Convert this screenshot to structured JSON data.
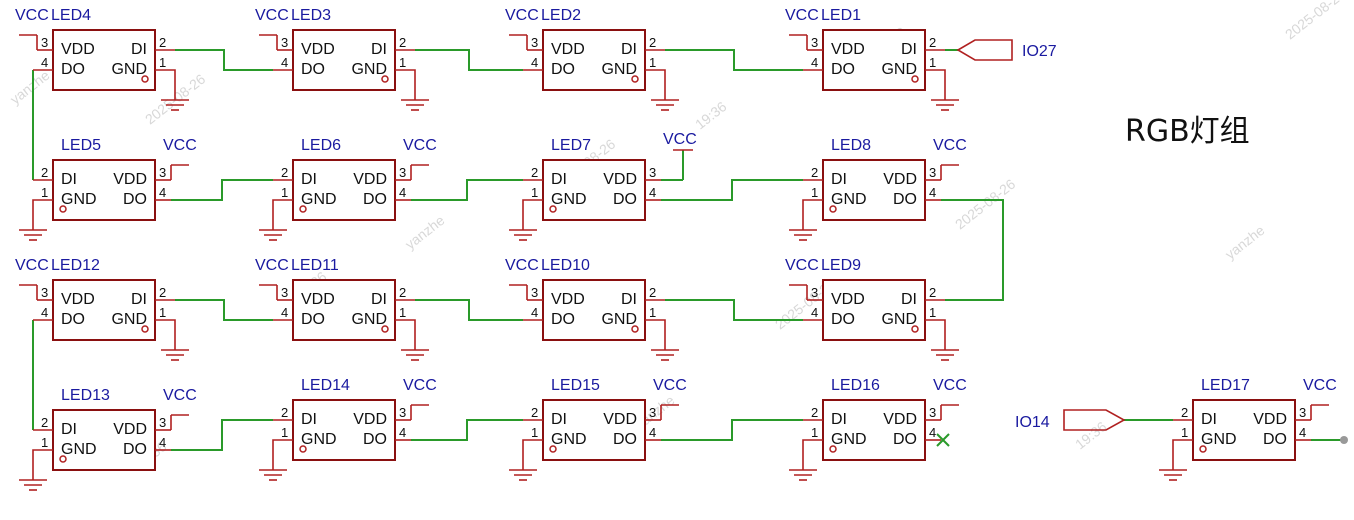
{
  "title": "RGB灯组",
  "watermark": [
    "yanzhe",
    "2025-08-26",
    "19:36"
  ],
  "power_label": "VCC",
  "pin_labels": {
    "vdd": "VDD",
    "di": "DI",
    "do": "DO",
    "gnd": "GND"
  },
  "pin_numbers": {
    "vdd": "3",
    "di": "2",
    "do": "4",
    "gnd": "1"
  },
  "nets": {
    "top_input": "IO27",
    "bottom_input": "IO14"
  },
  "leds": [
    {
      "id": "LED1"
    },
    {
      "id": "LED2"
    },
    {
      "id": "LED3"
    },
    {
      "id": "LED4"
    },
    {
      "id": "LED5"
    },
    {
      "id": "LED6"
    },
    {
      "id": "LED7"
    },
    {
      "id": "LED8"
    },
    {
      "id": "LED9"
    },
    {
      "id": "LED10"
    },
    {
      "id": "LED11"
    },
    {
      "id": "LED12"
    },
    {
      "id": "LED13"
    },
    {
      "id": "LED14"
    },
    {
      "id": "LED15"
    },
    {
      "id": "LED16"
    },
    {
      "id": "LED17"
    }
  ],
  "colors": {
    "wire": "#2a9a2a",
    "part": "#b02020",
    "label": "#1a1aa0"
  }
}
